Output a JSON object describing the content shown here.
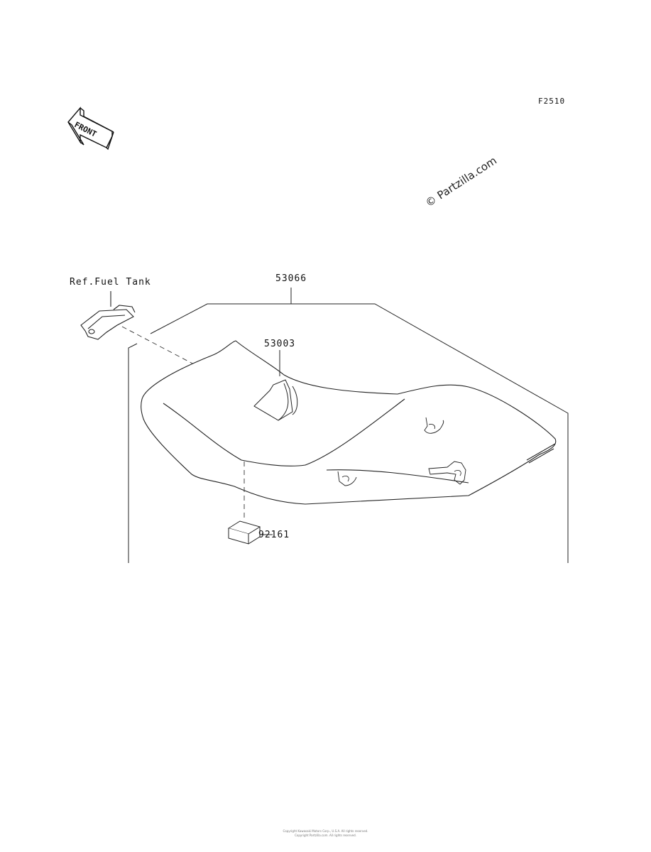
{
  "diagram": {
    "figure_code": "F2510",
    "front_arrow_label": "FRONT",
    "watermark": "© Partzilla.com",
    "reference_label": "Ref.Fuel Tank",
    "parts": [
      {
        "number": "53066"
      },
      {
        "number": "53003"
      },
      {
        "number": "92161"
      }
    ],
    "footer_line1": "Copyright Kawasaki Motors Corp., U.S.A. All rights reserved.",
    "footer_line2": "Copyright Partzilla.com. All rights reserved."
  }
}
